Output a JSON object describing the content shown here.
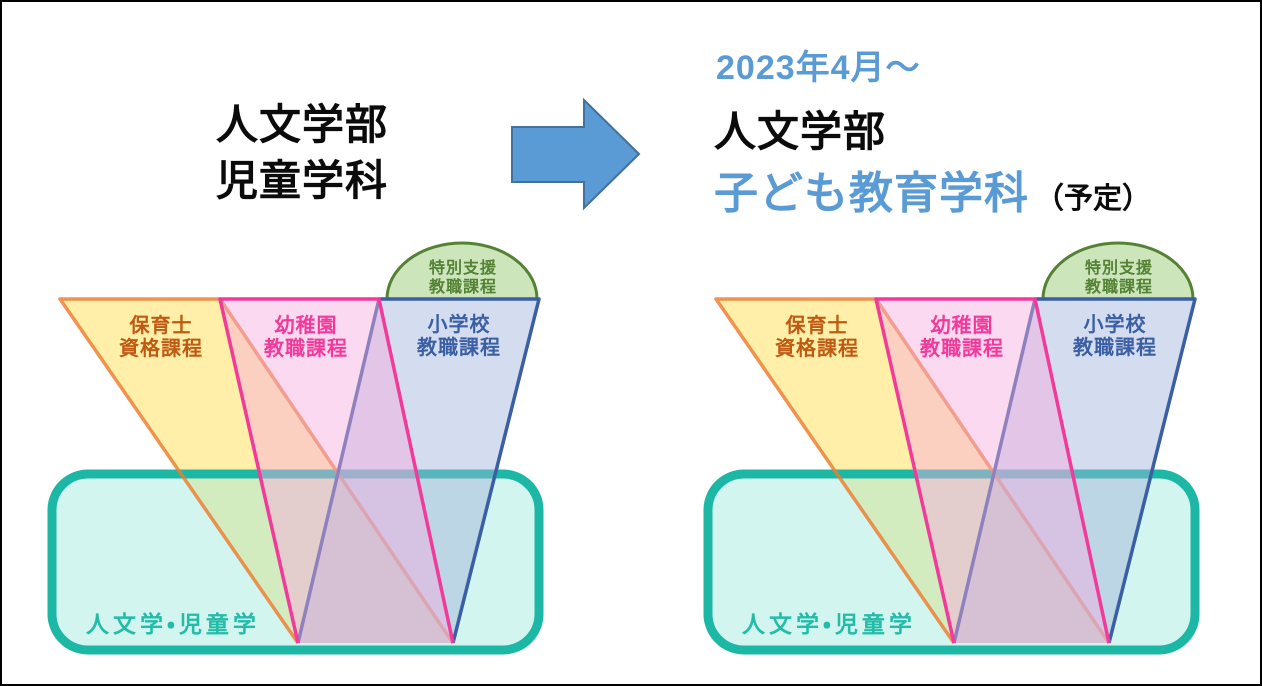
{
  "header": {
    "before": {
      "line1": "人文学部",
      "line2": "児童学科"
    },
    "transition": {
      "icon": "arrow-right"
    },
    "after": {
      "date": "2023年4月〜",
      "faculty": "人文学部",
      "department": "子ども教育学科",
      "note": "（予定）"
    }
  },
  "diagram": {
    "courses": [
      {
        "name": "childcare-qualification",
        "lines": [
          "保育士",
          "資格課程"
        ]
      },
      {
        "name": "kindergarten-teaching",
        "lines": [
          "幼稚園",
          "教職課程"
        ]
      },
      {
        "name": "elementary-teaching",
        "lines": [
          "小学校",
          "教職課程"
        ]
      },
      {
        "name": "special-support-teaching",
        "lines": [
          "特別支援",
          "教職課程"
        ]
      }
    ],
    "foundation": {
      "label": "人文学・児童学"
    }
  },
  "colors": {
    "accent_blue": "#5B9BD5",
    "title_black": "#0b0b0b",
    "arrow_fill": "#5B9BD5",
    "arrow_stroke": "#41719C",
    "orange_stroke": "rgba(237,125,49,0.82)",
    "orange_text": "#C05A12",
    "yellow_fill": "rgba(255,228,110,0.6)",
    "pink_stroke": "#F23A9A",
    "pink_text": "#F23A9A",
    "pink_fill": "rgba(247,170,222,0.45)",
    "blue_stroke": "#3A5FA3",
    "blue_text": "#3A5FA3",
    "blue_fill": "rgba(160,178,220,0.45)",
    "green_stroke": "#548235",
    "green_text": "#548235",
    "green_fill": "rgba(193,222,170,0.8)",
    "teal_stroke": "#1CB8A5",
    "teal_fill": "rgba(158,232,219,0.45)",
    "teal_text": "#23BCA9"
  }
}
